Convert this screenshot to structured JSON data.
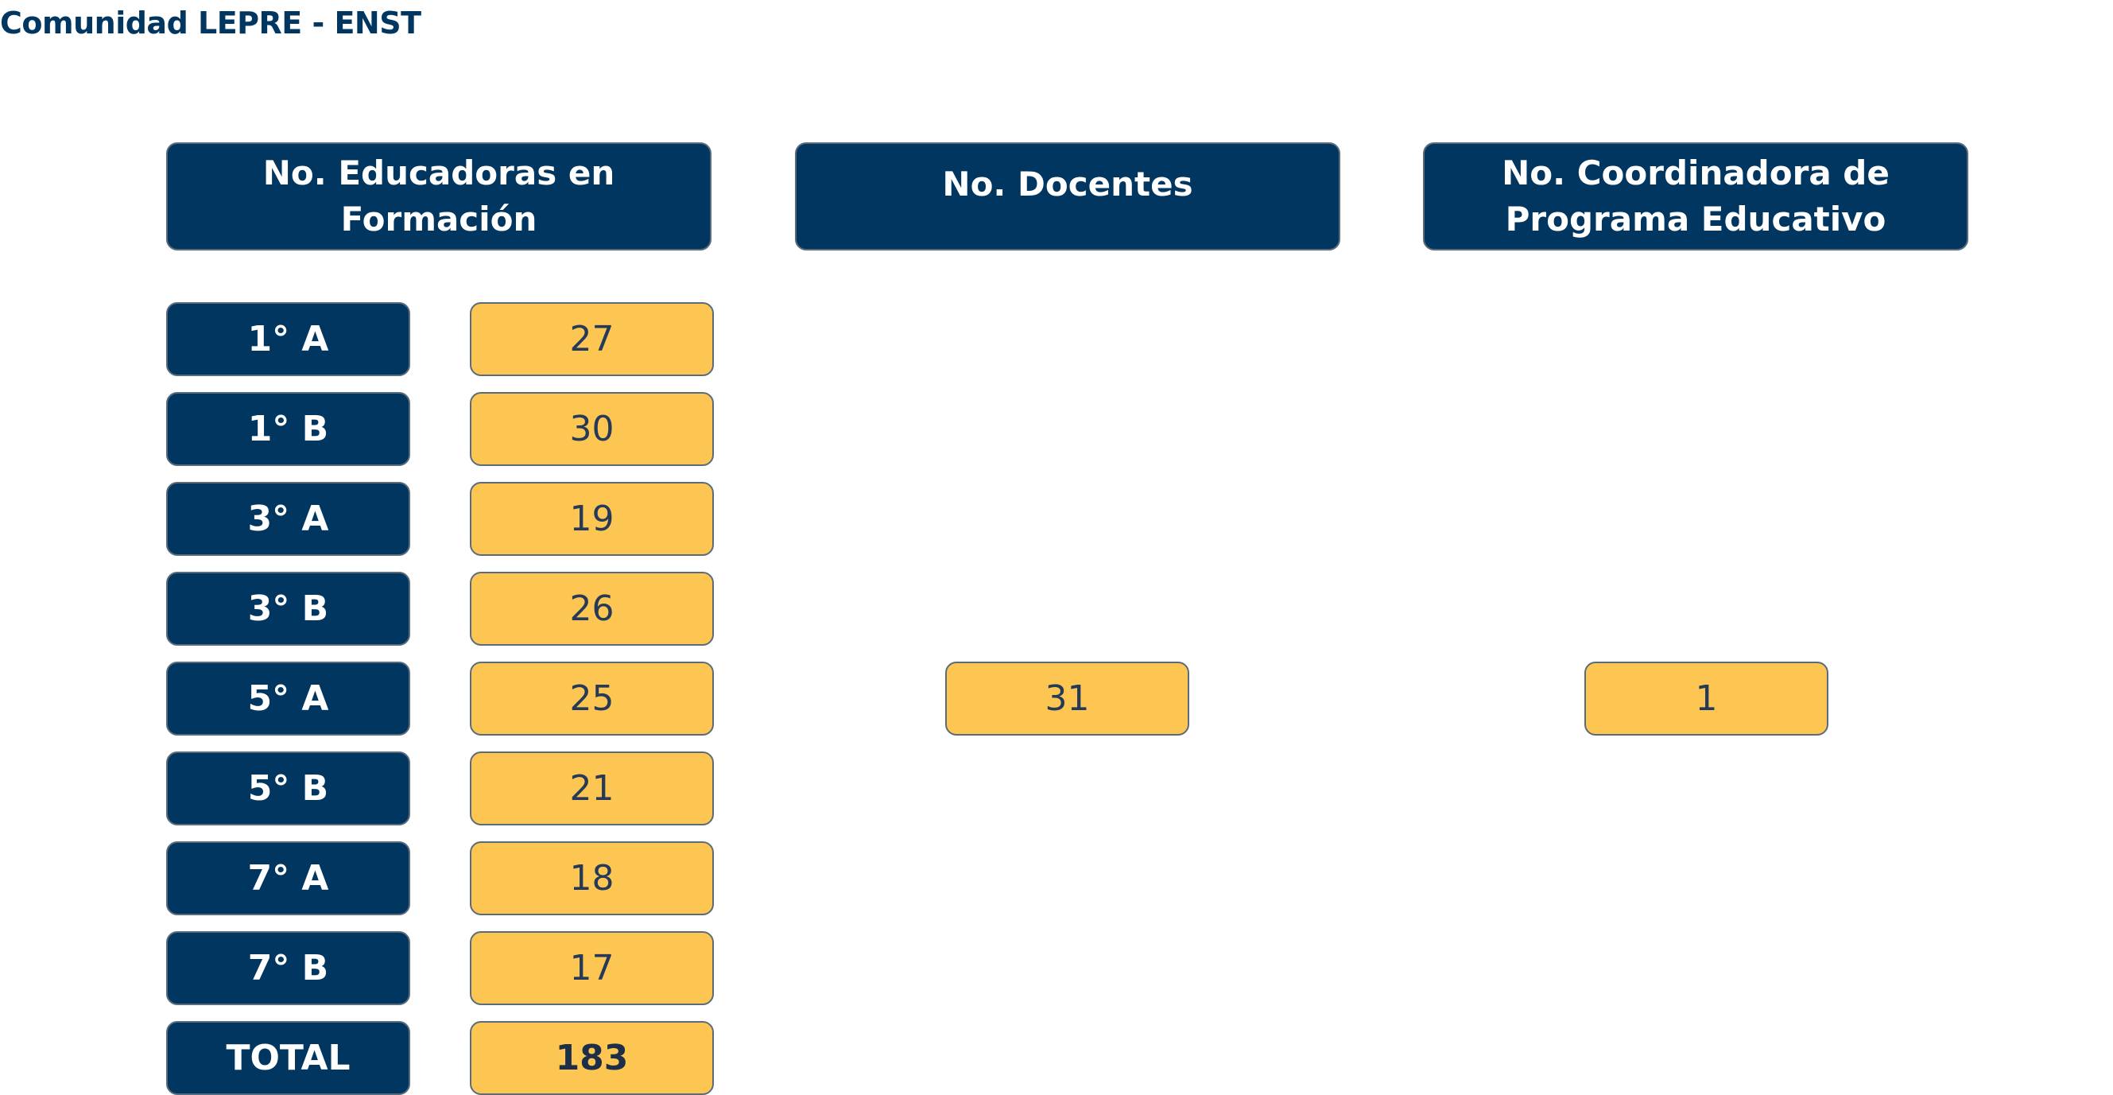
{
  "page": {
    "title": "Comunidad LEPRE - ENST"
  },
  "headers": {
    "educadoras": "No. Educadoras en Formación",
    "docentes": "No. Docentes",
    "coordinadora": "No. Coordinadora de Programa Educativo"
  },
  "groups": [
    {
      "label": "1° A",
      "value": "27"
    },
    {
      "label": "1° B",
      "value": "30"
    },
    {
      "label": "3° A",
      "value": "19"
    },
    {
      "label": "3° B",
      "value": "26"
    },
    {
      "label": "5° A",
      "value": "25"
    },
    {
      "label": "5° B",
      "value": "21"
    },
    {
      "label": "7° A",
      "value": "18"
    },
    {
      "label": "7° B",
      "value": "17"
    }
  ],
  "total": {
    "label": "TOTAL",
    "value": "183"
  },
  "docentes_value": "31",
  "coordinadora_value": "1",
  "colors": {
    "navy": "#00365f",
    "yellow": "#fdc652",
    "title_text": "#003660"
  }
}
